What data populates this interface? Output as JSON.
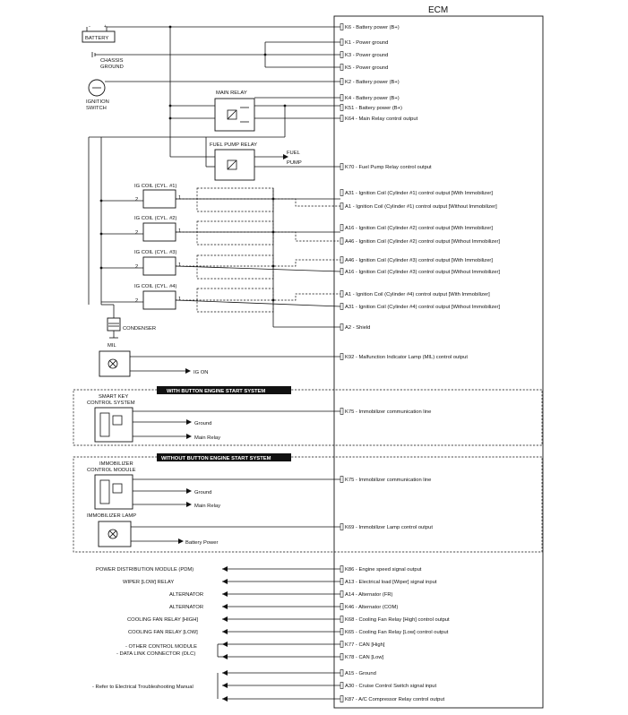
{
  "ecm": {
    "title": "ECM"
  },
  "pins": [
    {
      "id": "K6",
      "label": "K6 - Battery power (B+)"
    },
    {
      "id": "K1",
      "label": "K1 - Power ground"
    },
    {
      "id": "K3",
      "label": "K3 - Power ground"
    },
    {
      "id": "K5",
      "label": "K5 - Power ground"
    },
    {
      "id": "K2",
      "label": "K2 - Battery power (B+)"
    },
    {
      "id": "K4",
      "label": "K4 - Battery power (B+)"
    },
    {
      "id": "K51",
      "label": "K51 - Battery power (B+)"
    },
    {
      "id": "K64",
      "label": "K64 - Main Relay control output"
    },
    {
      "id": "K70",
      "label": "K70 - Fuel Pump Relay control output"
    },
    {
      "id": "A31",
      "label": "A31 - Ignition Coil (Cylinder #1) control output [With Immobilizer]"
    },
    {
      "id": "A1",
      "label": "A1 - Ignition Coil (Cylinder #1) control output [Without Immobilizer]"
    },
    {
      "id": "A16",
      "label": "A16 - Ignition Coil (Cylinder #2) control output [With Immobilizer]"
    },
    {
      "id": "A46",
      "label": "A46 - Ignition Coil (Cylinder #2) control output [Without Immobilizer]"
    },
    {
      "id": "A46b",
      "label": "A46 - Ignition Coil (Cylinder #3) control output [With Immobilizer]"
    },
    {
      "id": "A16b",
      "label": "A16 - Ignition Coil (Cylinder #3) control output [Without Immobilizer]"
    },
    {
      "id": "A1b",
      "label": "A1 - Ignition Coil (Cylinder #4) control output [With Immobilizer]"
    },
    {
      "id": "A31b",
      "label": "A31 - Ignition Coil (Cylinder #4) control output [Without Immobilizer]"
    },
    {
      "id": "A2",
      "label": "A2 - Shield"
    },
    {
      "id": "K92",
      "label": "K92 - Malfunction Indicator Lamp (MIL) control output"
    },
    {
      "id": "K75",
      "label": "K75 - Immobilizer communication line"
    },
    {
      "id": "K75b",
      "label": "K75 - Immobilizer communication line"
    },
    {
      "id": "K69",
      "label": "K69 - Immobilizer Lamp control output"
    },
    {
      "id": "K86",
      "label": "K86 - Engine speed signal output"
    },
    {
      "id": "A13",
      "label": "A13 - Electrical load [Wiper] signal input"
    },
    {
      "id": "A14",
      "label": "A14 - Alternator (FR)"
    },
    {
      "id": "K46",
      "label": "K46 - Alternator (COM)"
    },
    {
      "id": "K68",
      "label": "K68 - Cooling Fan Relay [High] control output"
    },
    {
      "id": "K65",
      "label": "K65 - Cooling Fan Relay [Low] control output"
    },
    {
      "id": "K77",
      "label": "K77 - CAN [High]"
    },
    {
      "id": "K78",
      "label": "K78 - CAN [Low]"
    },
    {
      "id": "A15",
      "label": "A15 - Ground"
    },
    {
      "id": "A30",
      "label": "A30 - Cruise Control Switch signal input"
    },
    {
      "id": "K87",
      "label": "K87 - A/C Compressor Relay control output"
    }
  ],
  "components": {
    "battery": "BATTERY",
    "battery_minus": "-",
    "battery_plus": "+",
    "chassis_ground": "CHASSIS",
    "chassis_ground2": "GROUND",
    "ignition_switch": "IGNITION",
    "ignition_switch2": "SWITCH",
    "main_relay": "MAIN RELAY",
    "fuel_pump_relay": "FUEL PUMP RELAY",
    "fuel_pump": "FUEL",
    "fuel_pump2": "PUMP",
    "ig_coil_1": "IG COIL (CYL. #1)",
    "ig_coil_2": "IG COIL (CYL. #2)",
    "ig_coil_3": "IG COIL (CYL. #3)",
    "ig_coil_4": "IG COIL (CYL. #4)",
    "pin1": "1",
    "pin2": "2",
    "condenser": "CONDENSER",
    "mil": "MIL",
    "ig_on": "IG ON"
  },
  "with_button": {
    "banner": "WITH BUTTON ENGINE START SYSTEM",
    "module": "SMART KEY",
    "module2": "CONTROL SYSTEM",
    "ground": "Ground",
    "main_relay": "Main Relay"
  },
  "without_button": {
    "banner": "WITHOUT BUTTON ENGINE START SYSTEM",
    "module": "IMMOBILIZER",
    "module2": "CONTROL MODULE",
    "ground": "Ground",
    "main_relay": "Main Relay",
    "lamp": "IMMOBILIZER LAMP",
    "battery_power": "Battery Power"
  },
  "externals": {
    "pdm": "POWER DISTRIBUTION MODULE (PDM)",
    "wiper": "WIPER [LOW] RELAY",
    "alt1": "ALTERNATOR",
    "alt2": "ALTERNATOR",
    "fan_high": "COOLING FAN RELAY [HIGH]",
    "fan_low": "COOLING FAN RELAY [LOW]",
    "other1": "- OTHER CONTROL MODULE",
    "other2": "- DATA LINK CONNECTOR (DLC)",
    "refer": "- Refer to Electrical Troubleshooting Manual"
  }
}
